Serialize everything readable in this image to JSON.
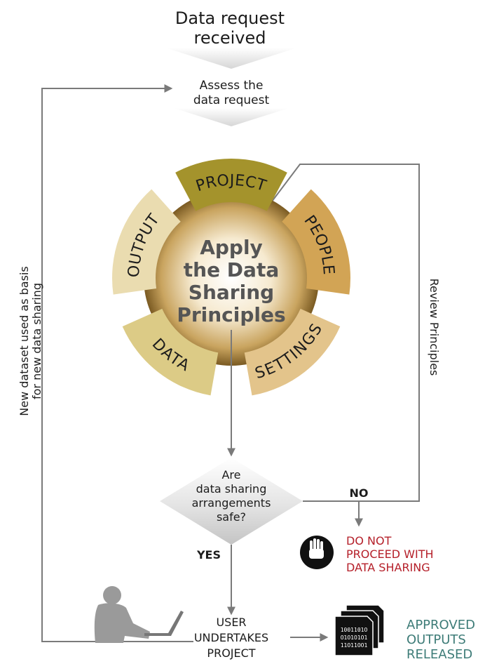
{
  "start": {
    "line1": "Data request",
    "line2": "received"
  },
  "assess": {
    "line1": "Assess the",
    "line2": "data request"
  },
  "segments": {
    "project": "PROJECT",
    "people": "PEOPLE",
    "settings": "SETTINGS",
    "data": "DATA",
    "output": "OUTPUT"
  },
  "center": {
    "line1": "Apply",
    "line2": "the Data",
    "line3": "Sharing",
    "line4": "Principles"
  },
  "decision": {
    "line1": "Are",
    "line2": "data sharing",
    "line3": "arrangements",
    "line4": "safe?"
  },
  "labels": {
    "yes": "YES",
    "no": "NO",
    "review": "Review Principles",
    "left_line1": "New dataset used as basis",
    "left_line2": "for new data sharing"
  },
  "stop": {
    "line1": "DO NOT",
    "line2": "PROCEED WITH",
    "line3": "DATA SHARING"
  },
  "user": {
    "line1": "USER",
    "line2": "UNDERTAKES",
    "line3": "PROJECT"
  },
  "approved": {
    "line1": "APPROVED",
    "line2": "OUTPUTS",
    "line3": "RELEASED"
  },
  "binary": {
    "line1": "1001101O",
    "line2": "O1O1O1O1",
    "line3": "11O11OO1"
  },
  "colors": {
    "project": "#a4932c",
    "people": "#d2a455",
    "settings": "#e3c48b",
    "data": "#dccb86",
    "output": "#eadcb0",
    "stop_red": "#b5202a",
    "approved_teal": "#3e7c78",
    "line_gray": "#7a7a7a"
  }
}
